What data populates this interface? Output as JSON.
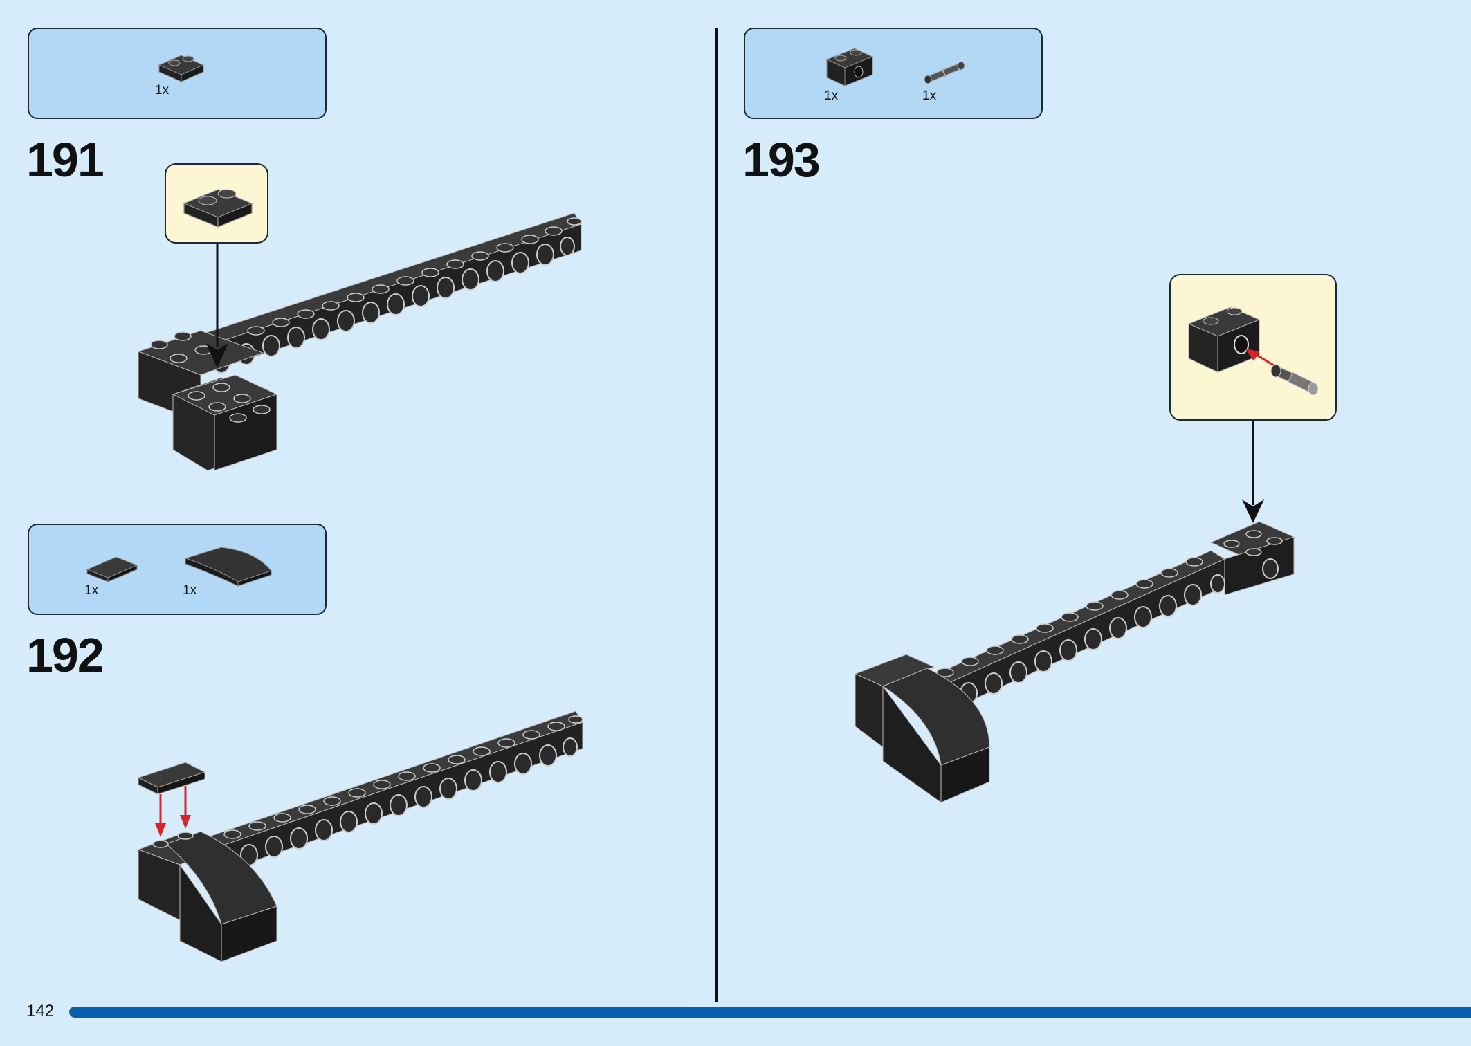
{
  "steps": [
    {
      "number": "191",
      "parts": [
        {
          "icon": "plate-1x2-icon",
          "qty": "1x"
        }
      ]
    },
    {
      "number": "192",
      "parts": [
        {
          "icon": "tile-1x2-icon",
          "qty": "1x"
        },
        {
          "icon": "curved-slope-icon",
          "qty": "1x"
        }
      ]
    },
    {
      "number": "193",
      "parts": [
        {
          "icon": "technic-brick-1x2-icon",
          "qty": "1x"
        },
        {
          "icon": "technic-pin-icon",
          "qty": "1x"
        }
      ]
    }
  ],
  "page": {
    "number": "142"
  },
  "colors": {
    "background": "#d6ecfb",
    "parts_box": "#b3d8f5",
    "callout": "#fdf6d2",
    "brick": "#2b2b2b",
    "arrow_red": "#d8232a",
    "progress_bar": "#0b60ad"
  }
}
